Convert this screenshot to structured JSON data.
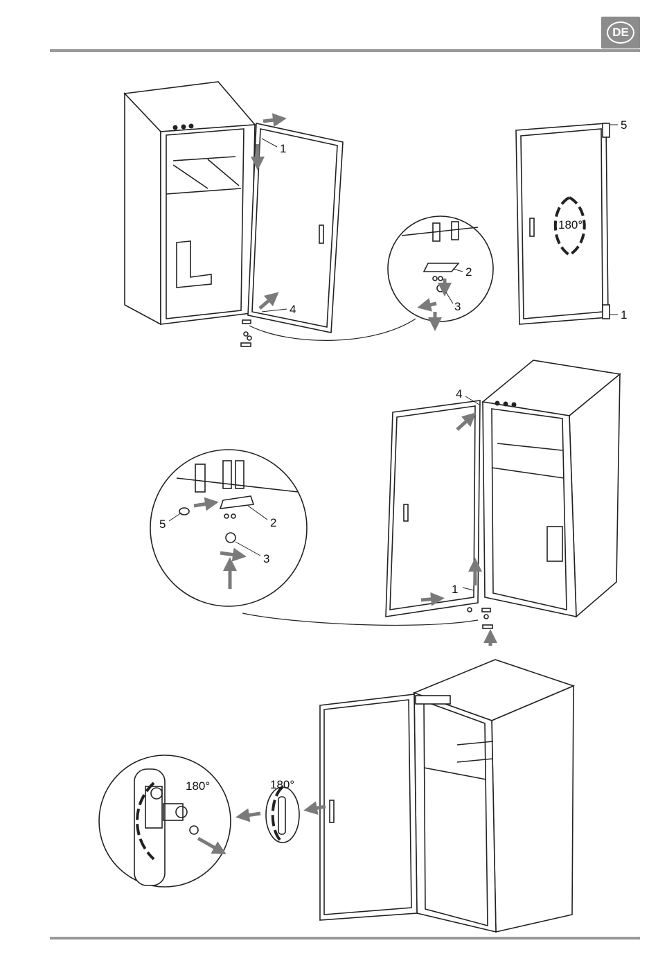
{
  "language_badge": "DE",
  "diagram1": {
    "labels": [
      "1",
      "4",
      "2",
      "3",
      "5",
      "1"
    ],
    "rotation": "180°"
  },
  "diagram2": {
    "labels": [
      "4",
      "1",
      "5",
      "2",
      "3"
    ]
  },
  "diagram3": {
    "rotation_handle": "180°",
    "rotation_detail": "180°"
  },
  "colors": {
    "rule": "#9a9a9a",
    "badge": "#8c8c8c",
    "arrow": "#7a7a7a"
  },
  "icons": [
    "right-arrow-icon",
    "down-arrow-icon",
    "up-arrow-icon",
    "rotate-arrow-icon"
  ]
}
